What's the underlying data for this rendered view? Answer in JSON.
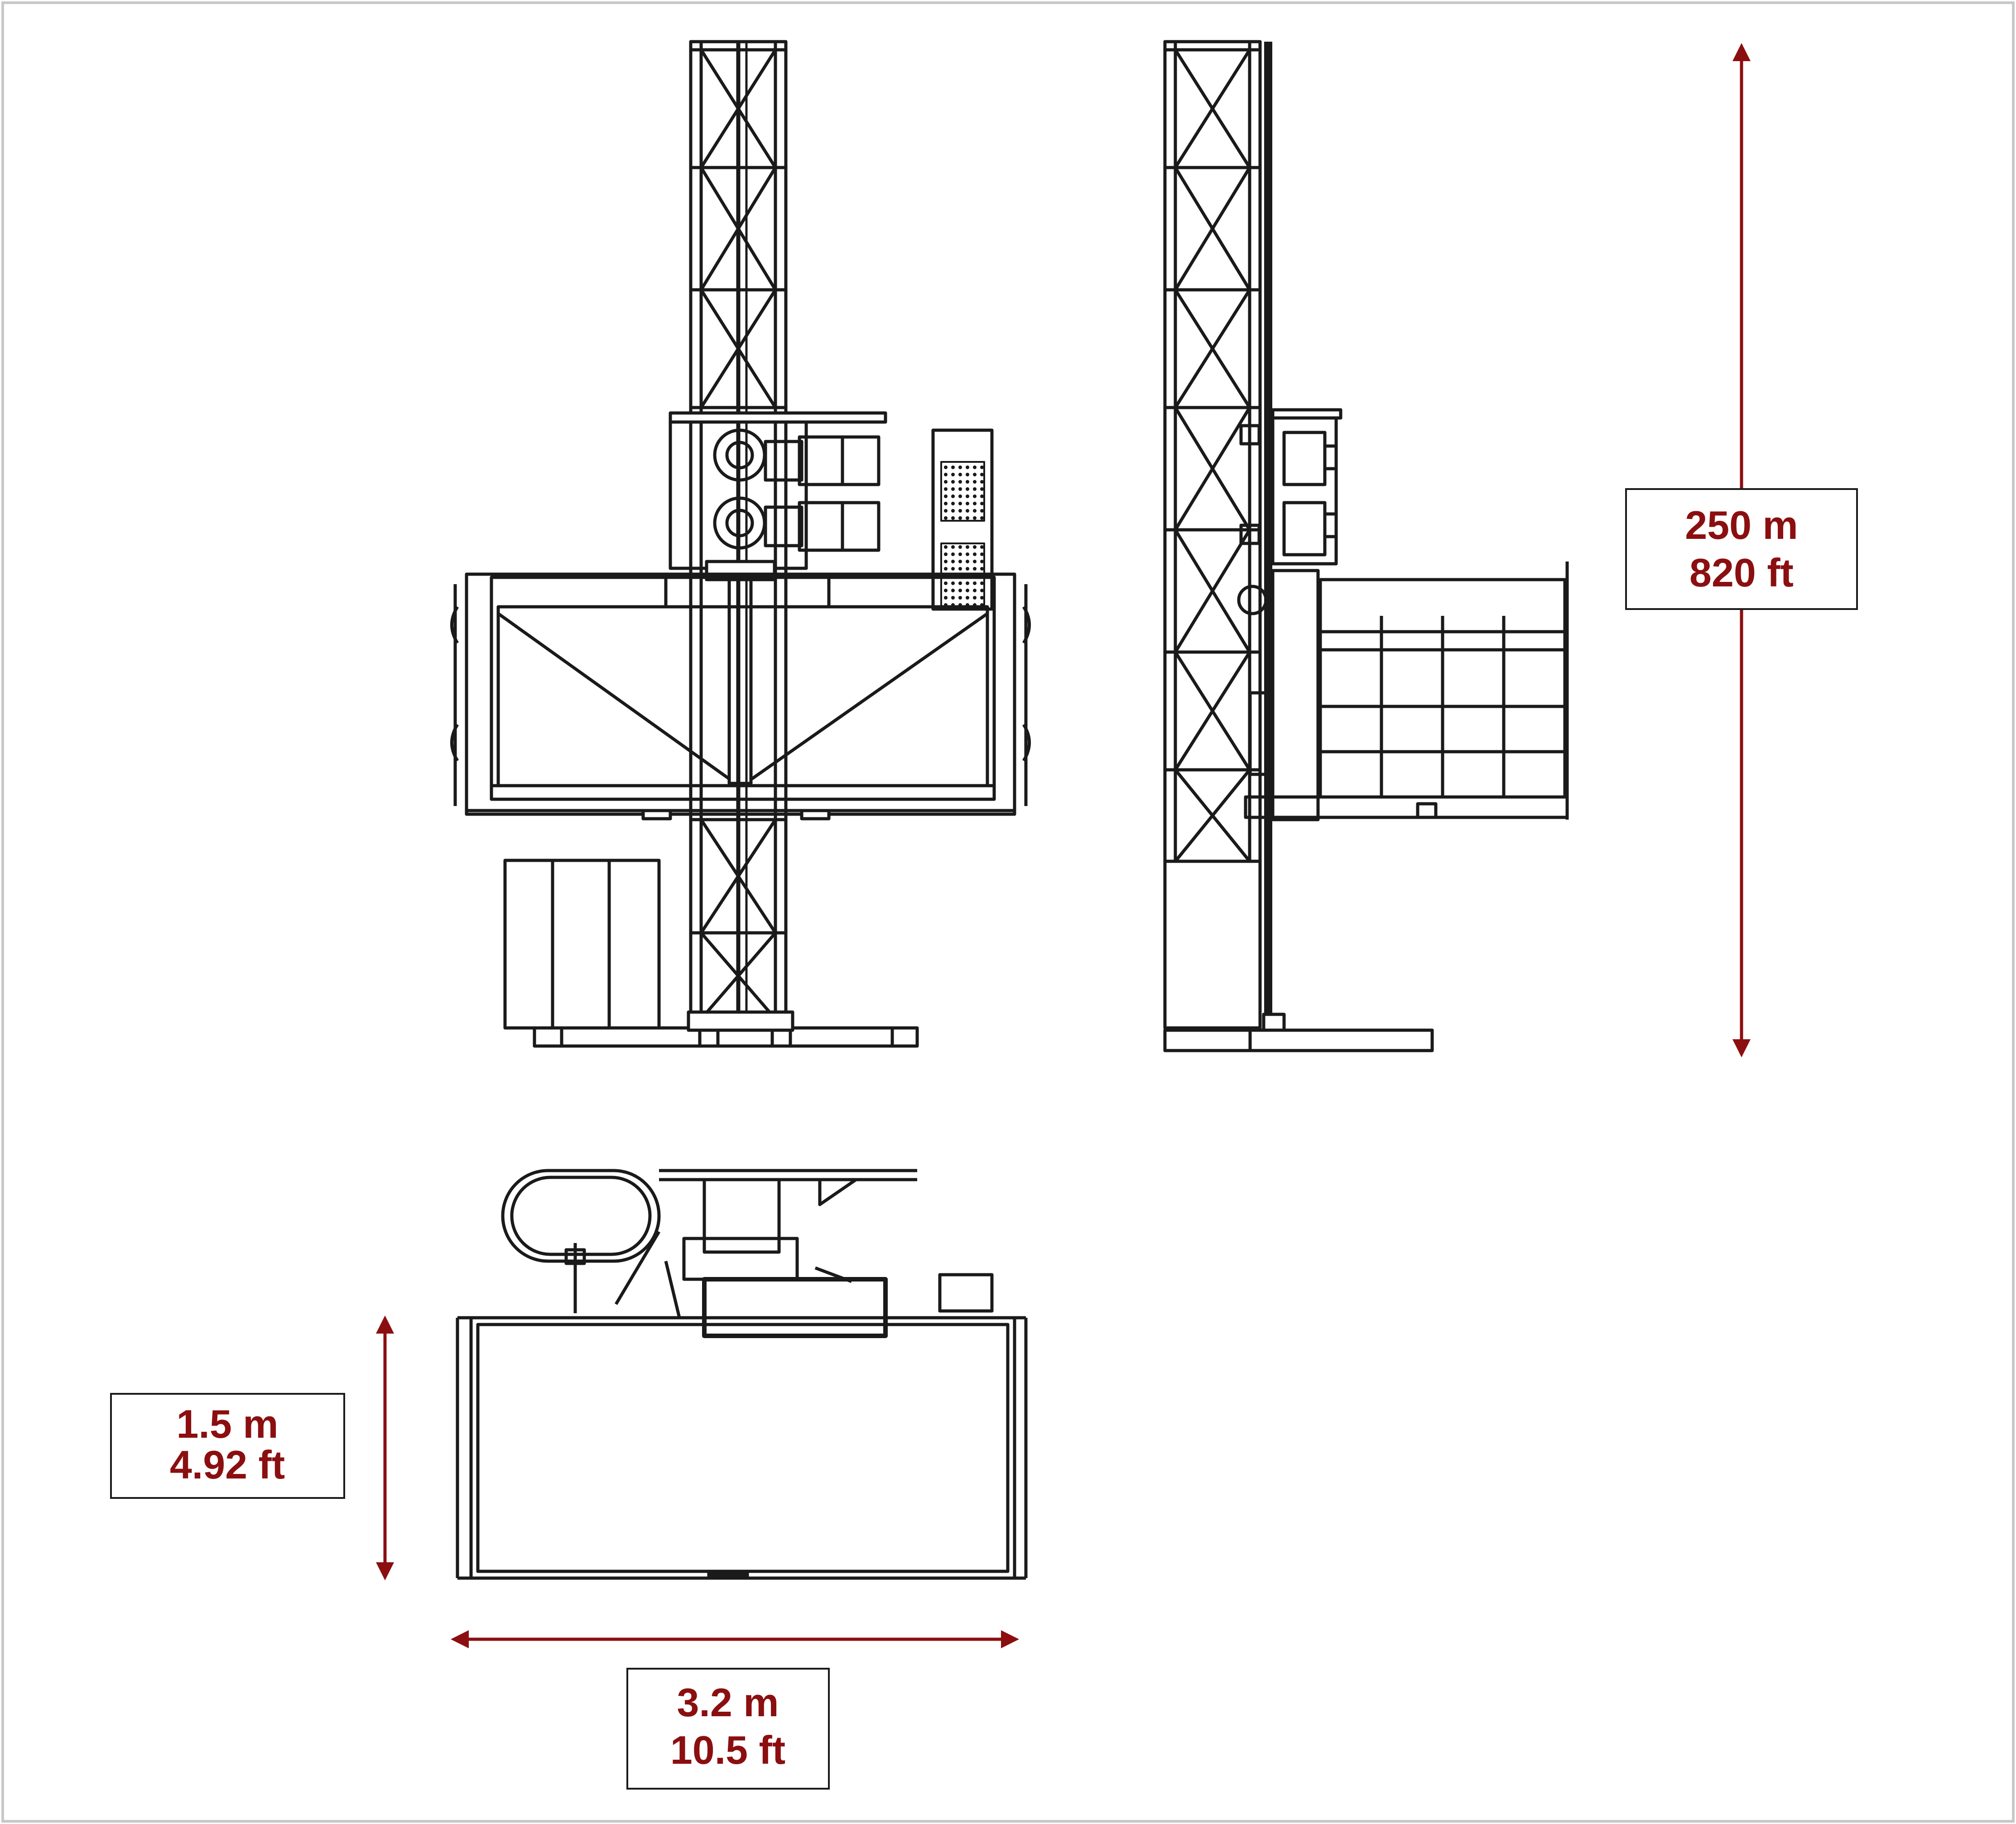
{
  "colors": {
    "line": "#1a1a1a",
    "dimension": "#8b0f10",
    "frame_border": "#c8c8c8",
    "background": "#ffffff"
  },
  "dimensions": {
    "height": {
      "metric": "250 m",
      "imperial": "820 ft"
    },
    "depth": {
      "metric": "1.5 m",
      "imperial": "4.92 ft"
    },
    "width": {
      "metric": "3.2 m",
      "imperial": "10.5 ft"
    }
  }
}
